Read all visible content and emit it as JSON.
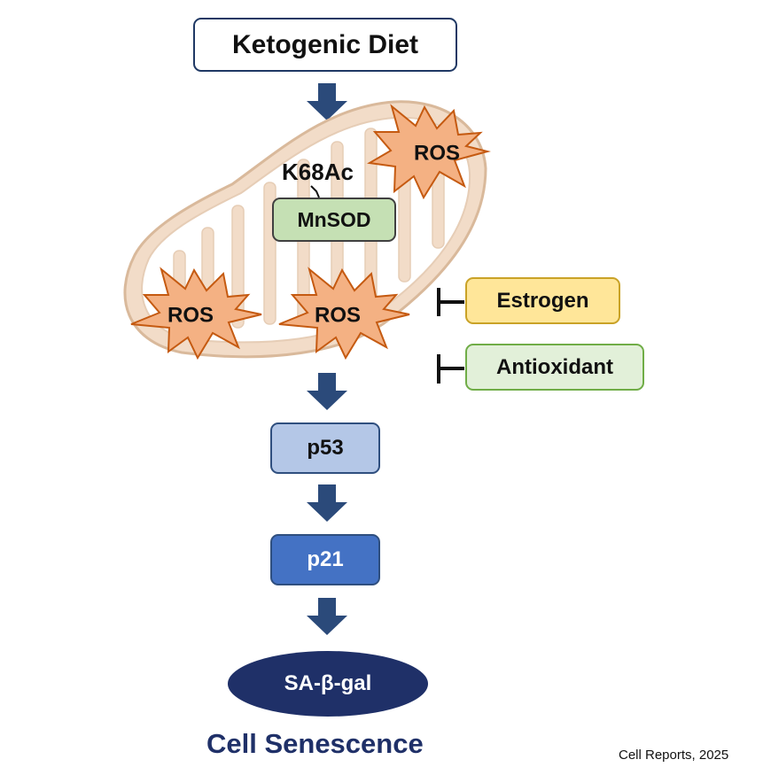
{
  "input_box": {
    "label": "Ketogenic Diet"
  },
  "mitochondrion": {
    "modification_label": "K68Ac",
    "enzyme_label": "MnSOD",
    "ros_labels": [
      "ROS",
      "ROS",
      "ROS"
    ]
  },
  "inhibitors": [
    {
      "label": "Estrogen"
    },
    {
      "label": "Antioxidant"
    }
  ],
  "pathway": {
    "p53_label": "p53",
    "p21_label": "p21",
    "marker_label": "SA-β-gal"
  },
  "outcome": {
    "label": "Cell Senescence"
  },
  "citation": "Cell Reports, 2025",
  "colors": {
    "arrow": "#2b4a7a",
    "mito_fill": "#f2dcc8",
    "mito_stroke": "#d9b99b",
    "ros_fill": "#f4b183",
    "ros_stroke": "#c55a11",
    "estrogen_fill": "#ffe699",
    "antioxidant_fill": "#e2f0d9",
    "mnsod_fill": "#c5e0b4",
    "p53_fill": "#b4c7e7",
    "p21_fill": "#4472c4",
    "marker_fill": "#1f3068"
  }
}
